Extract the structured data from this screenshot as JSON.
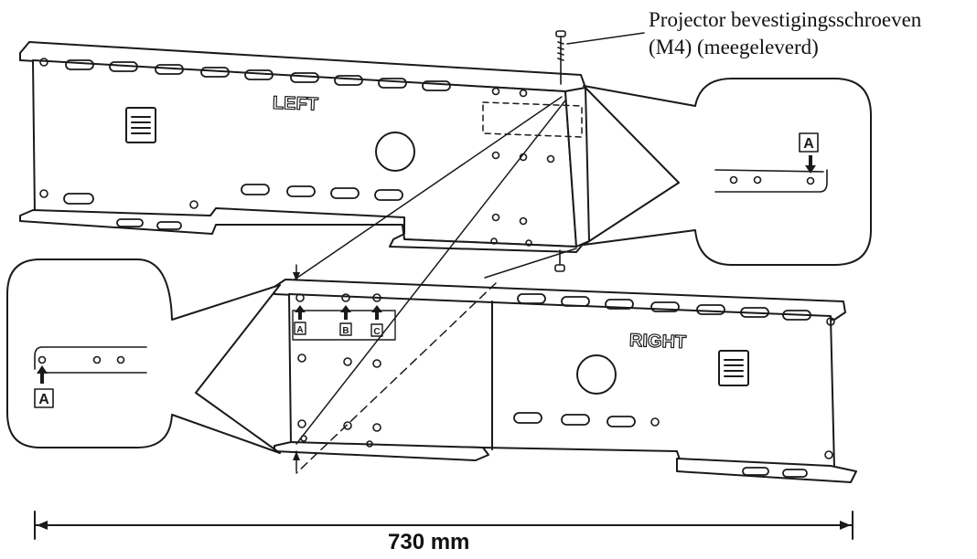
{
  "callout": {
    "line1": "Projector bevestigingsschroeven",
    "line2": "(M4) (meegeleverd)"
  },
  "brackets": {
    "left_label": "LEFT",
    "right_label": "RIGHT"
  },
  "hole_markers": {
    "a": "A",
    "b": "B",
    "c": "C"
  },
  "dimension": {
    "width_label": "730 mm"
  },
  "colors": {
    "line": "#1a1a1a",
    "fill": "#ffffff"
  }
}
